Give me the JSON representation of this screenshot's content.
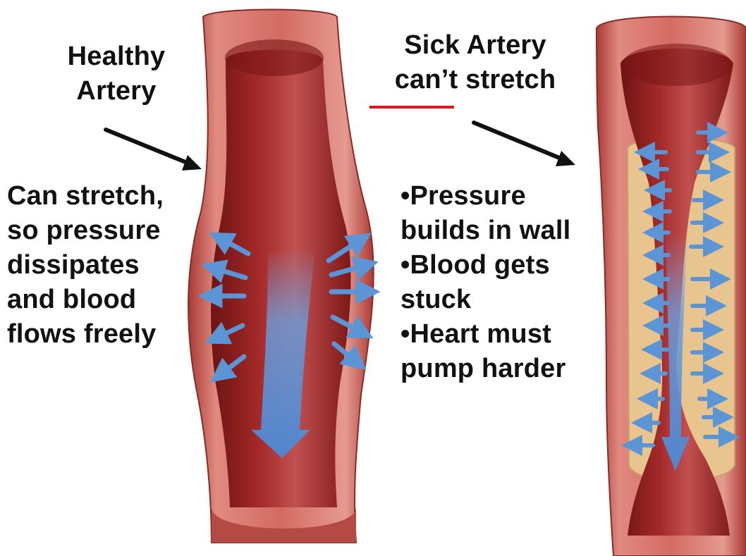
{
  "healthy": {
    "title_line1": "Healthy",
    "title_line2": "Artery",
    "desc": [
      "Can stretch,",
      "so pressure",
      "dissipates",
      "and blood",
      "flows freely"
    ]
  },
  "sick": {
    "title_line1": "Sick Artery",
    "title_line2": "can’t stretch",
    "desc": [
      "•Pressure",
      "builds in wall",
      "•Blood gets",
      "stuck",
      "•Heart must",
      "pump harder"
    ]
  },
  "colors": {
    "artery_outer": "#c7514a",
    "artery_inner": "#8e1f1f",
    "plaque": "#e8c48e",
    "arrow_blue": "#5b95d6",
    "underline": "#dd1b1b"
  }
}
